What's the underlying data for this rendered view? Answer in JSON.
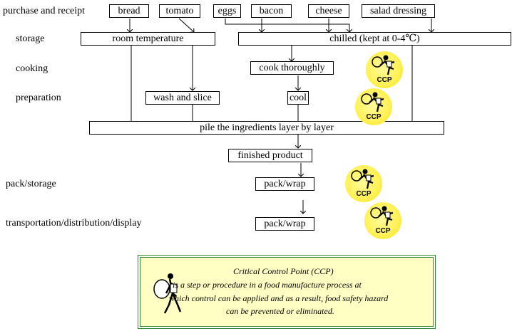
{
  "stage_labels": {
    "purchase": "purchase and receipt",
    "storage": "storage",
    "cooking": "cooking",
    "preparation": "preparation",
    "pack_storage": "pack/storage",
    "transport": "transportation/distribution/display"
  },
  "ingredients": [
    "bread",
    "tomato",
    "eggs",
    "bacon",
    "cheese",
    "salad dressing"
  ],
  "steps": {
    "room_temperature": "room temperature",
    "chilled": "chilled (kept at 0-4℃)",
    "cook_thoroughly": "cook thoroughly",
    "wash_and_slice": "wash and slice",
    "cool": "cool",
    "pile": "pile the ingredients layer by layer",
    "finished": "finished product",
    "pack_wrap_1": "pack/wrap",
    "pack_wrap_2": "pack/wrap"
  },
  "ccp_badge": "CCP",
  "legend": {
    "title": "Critical Control Point (CCP)",
    "line1": "is a step or procedure in a food manufacture process at",
    "line2": "which control can be applied and as a result, food safety hazard",
    "line3": "can be prevented or eliminated."
  }
}
